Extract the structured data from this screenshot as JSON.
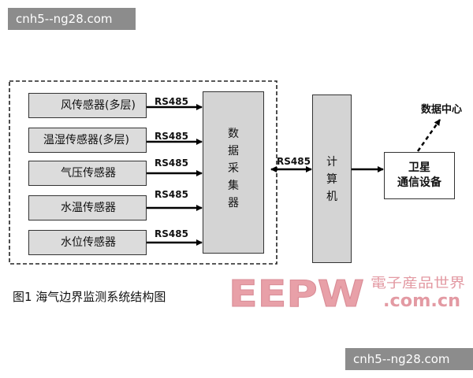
{
  "watermarks": {
    "top": "cnh5--ng28.com",
    "bottom": "cnh5--ng28.com"
  },
  "sensors": [
    {
      "label": "风传感器(多层)",
      "protocol": "RS485"
    },
    {
      "label": "温湿传感器(多层)",
      "protocol": "RS485"
    },
    {
      "label": "气压传感器",
      "protocol": "RS485"
    },
    {
      "label": "水温传感器",
      "protocol": "RS485"
    },
    {
      "label": "水位传感器",
      "protocol": "RS485"
    }
  ],
  "collector": {
    "label": "数据采集器"
  },
  "link_protocol": "RS485",
  "computer": {
    "label": "计算机"
  },
  "satellite": {
    "line1": "卫星",
    "line2": "通信设备"
  },
  "data_center": "数据中心",
  "caption": "图1 海气边界监测系统结构图",
  "logo": {
    "brand": "EEPW",
    "chinese": "電子産品世界",
    "domain": ".com.cn",
    "brand_color": "#e8a0a8"
  }
}
